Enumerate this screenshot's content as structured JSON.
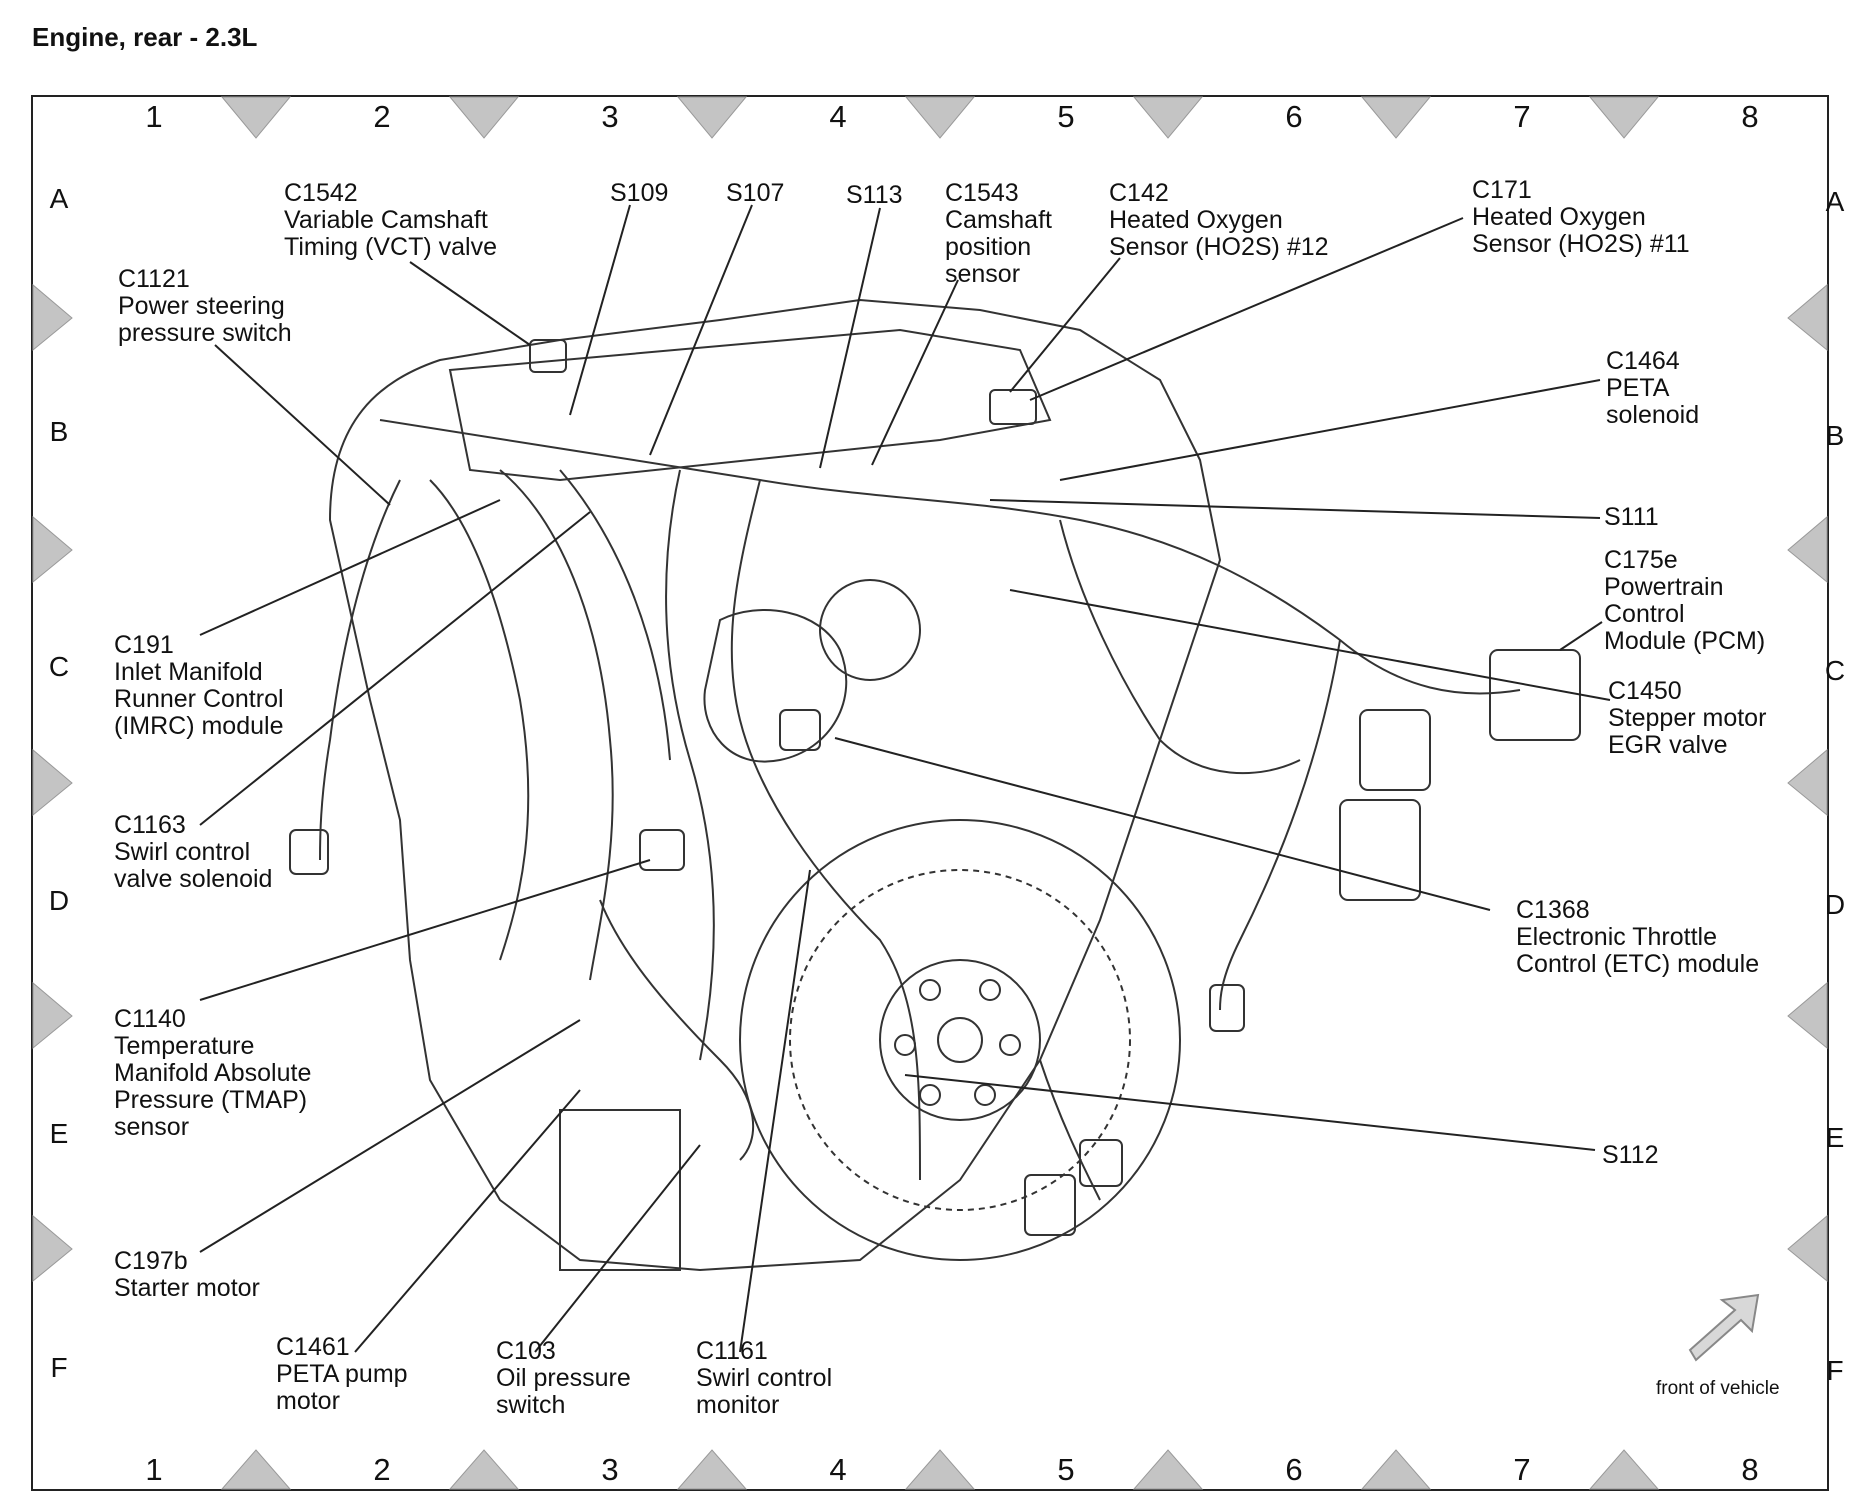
{
  "title": "Engine, rear - 2.3L",
  "grid": {
    "columns": [
      "1",
      "2",
      "3",
      "4",
      "5",
      "6",
      "7",
      "8"
    ],
    "rows": [
      "A",
      "B",
      "C",
      "D",
      "E",
      "F"
    ]
  },
  "labels": {
    "c1542": "C1542\nVariable Camshaft\nTiming (VCT) valve",
    "s109": "S109",
    "s107": "S107",
    "s113": "S113",
    "c1543": "C1543\nCamshaft\nposition\nsensor",
    "c142": "C142\nHeated Oxygen\nSensor (HO2S) #12",
    "c171": "C171\nHeated Oxygen\nSensor (HO2S) #11",
    "c1121": "C1121\nPower steering\npressure switch",
    "c1464": "C1464\nPETA\nsolenoid",
    "s111": "S111",
    "c175e": "C175e\nPowertrain\nControl\nModule (PCM)",
    "c191": "C191\nInlet Manifold\nRunner Control\n(IMRC) module",
    "c1450": "C1450\nStepper motor\nEGR valve",
    "c1163": "C1163\nSwirl control\nvalve solenoid",
    "c1368": "C1368\nElectronic Throttle\nControl (ETC) module",
    "c1140": "C1140\nTemperature\nManifold Absolute\nPressure (TMAP)\nsensor",
    "s112": "S112",
    "c197b": "C197b\nStarter motor",
    "c1461": "C1461\nPETA pump\nmotor",
    "c103": "C103\nOil pressure\nswitch",
    "c1161": "C1161\nSwirl control\nmonitor"
  },
  "front_note": "front of vehicle",
  "colors": {
    "ink": "#111111",
    "marker": "#bdbdbd",
    "line": "#444444"
  }
}
